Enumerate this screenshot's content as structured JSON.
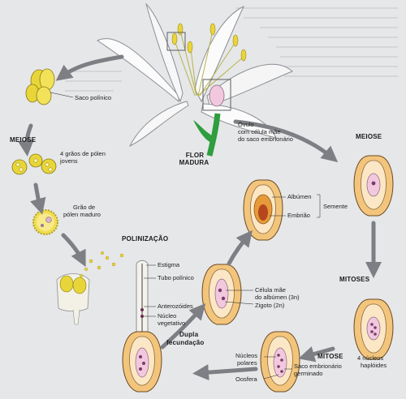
{
  "headings": {
    "meiose_left": "MEIOSE",
    "meiose_right": "MEIOSE",
    "polinizacao": "POLINIZAÇÃO",
    "flor_madura_1": "FLOR",
    "flor_madura_2": "MADURA",
    "mitoses": "MITOSES",
    "mitose": "MITOSE",
    "dupla_1": "Dupla",
    "dupla_2": "fecundação"
  },
  "labels": {
    "saco_polinico": "Saco polínico",
    "graos_1": "4 grãos de pólen",
    "graos_2": "jovens",
    "grao_maduro_1": "Grão de",
    "grao_maduro_2": "pólen maduro",
    "ovulo_1": "Óvulo",
    "ovulo_2": "com célula mãe",
    "ovulo_3": "do saco embrionário",
    "albumen": "Albúmen",
    "embriao": "Embrião",
    "semente": "Semente",
    "estigma": "Estigma",
    "tubo_polinico": "Tubo polínico",
    "anterozoides": "Anterozóides",
    "nucleo_veg_1": "Núcleo",
    "nucleo_veg_2": "vegetativo",
    "celula_mae_1": "Célula mãe",
    "celula_mae_2": "do albúmen (3n)",
    "zigoto": "Zigoto (2n)",
    "nucleos_polares_1": "Núcleos",
    "nucleos_polares_2": "polares",
    "oosfera": "Oosfera",
    "saco_germ_1": "Saco embrionário",
    "saco_germ_2": "germinado",
    "nucleos_haploides_1": "4 núcleos",
    "nucleos_haploides_2": "haplóides"
  },
  "colors": {
    "background": "#e6e7e9",
    "ovule_outer": "#f2c47a",
    "ovule_inner": "#fbe6c4",
    "embryo_sac": "#f1c8de",
    "pollen": "#e8d53a",
    "stem": "#2e9e3e",
    "arrow": "#7d7f84"
  }
}
